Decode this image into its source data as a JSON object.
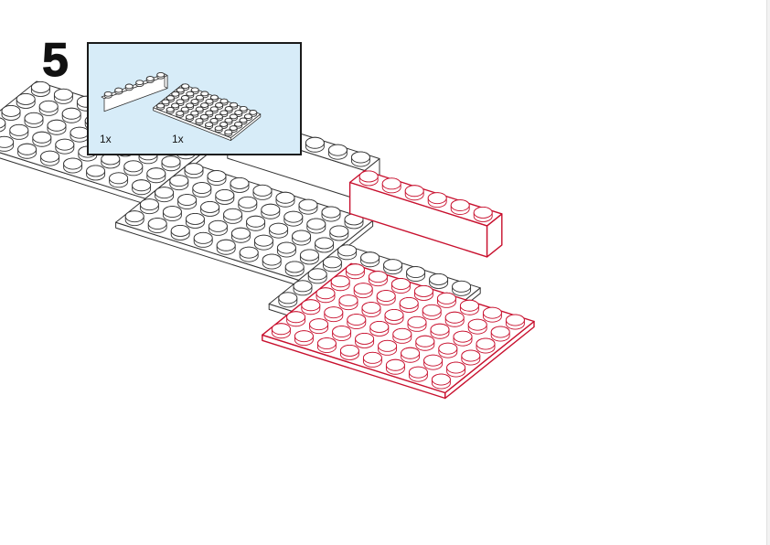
{
  "step": {
    "number": "5"
  },
  "parts_callout": {
    "items": [
      {
        "part": "brick-1x6-white",
        "quantity": "1x"
      },
      {
        "part": "plate-6x8-white",
        "quantity": "1x"
      }
    ]
  },
  "colors": {
    "highlight": "#c8102e",
    "callout_background": "#d7ecf8",
    "outline": "#333333",
    "brick": "#ffffff"
  }
}
